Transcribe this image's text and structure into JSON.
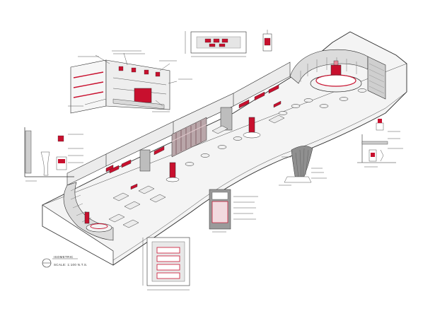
{
  "sheet": {
    "colors": {
      "paper": "#ffffff",
      "ink": "#2b2b2b",
      "accent_red": "#c8102e",
      "pink": "#e88a9a",
      "grey_light": "#d9d9d9",
      "grey_mid": "#a9a9a9",
      "grey_dark": "#6e6e6e"
    },
    "illegible_annotations_present": true
  },
  "title_block": {
    "line1": "ISOMETRIC",
    "line2": "SCALE: 1:100 N.T.S."
  },
  "views": [
    "isometric-store-plan",
    "wall-elevation-top",
    "counter-perspective",
    "side-section-left",
    "wall-elevation-bottom",
    "display-panel-detail",
    "cone-fixture-detail",
    "shelf-section-right"
  ]
}
